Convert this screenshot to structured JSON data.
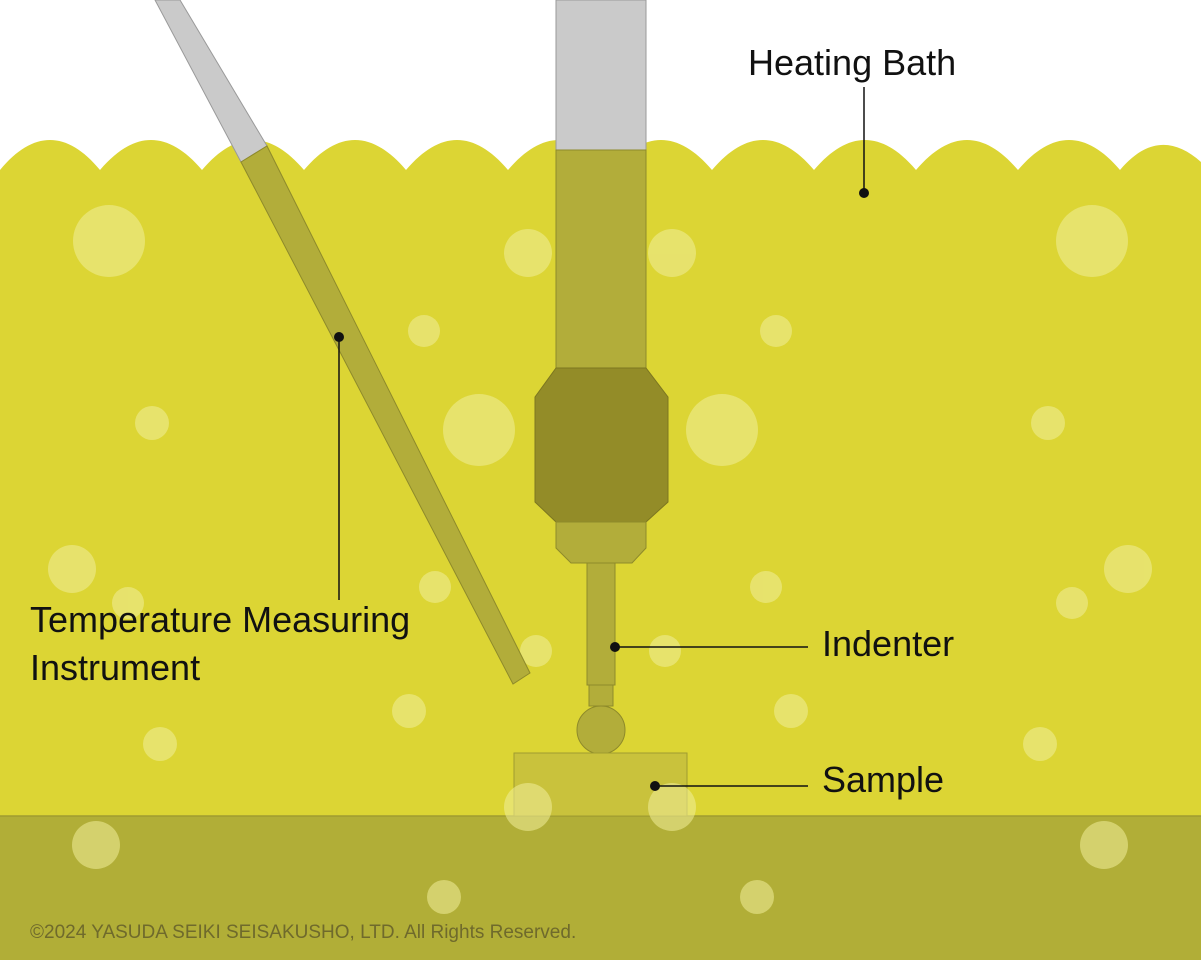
{
  "labels": {
    "heating_bath": "Heating Bath",
    "temperature_line1": "Temperature Measuring",
    "temperature_line2": "Instrument",
    "indenter": "Indenter",
    "sample": "Sample"
  },
  "copyright": "©2024 YASUDA SEIKI SEISAKUSHO, LTD. All Rights Reserved.",
  "colors": {
    "liquid": "#dcd534",
    "floor": "#b1ae37",
    "rod_gray": "#cacaca",
    "rod_submerged": "#b2ad3a",
    "chuck": "#938c28",
    "sample": "#c9c23c",
    "bubble": "#f1ee9a"
  }
}
